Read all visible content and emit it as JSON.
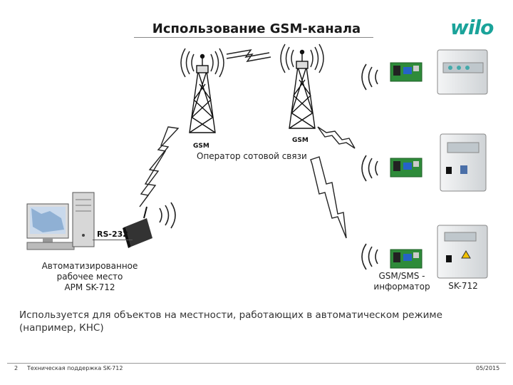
{
  "header": {
    "title": "Использование GSM-канала",
    "logo": "wilo"
  },
  "towers": [
    {
      "label": "GSM"
    },
    {
      "label": "GSM"
    }
  ],
  "labels": {
    "operator": "Оператор сотовой связи",
    "rs232": "RS-232",
    "workstation": [
      "Автоматизированное",
      "рабочее место",
      "АРМ SK-712"
    ],
    "informer": [
      "GSM/SMS -",
      "информатор"
    ],
    "controller": "SK-712"
  },
  "note": "Используется для объектов на местности, работающих в автоматическом режиме (например, КНС)",
  "footer": {
    "page": "2",
    "text": "Техническая поддержка SK-712",
    "date": "05/2015"
  },
  "colors": {
    "brand": "#1aa39a",
    "board": "#2e8b3a",
    "cabinet": "#e4e6e8"
  }
}
